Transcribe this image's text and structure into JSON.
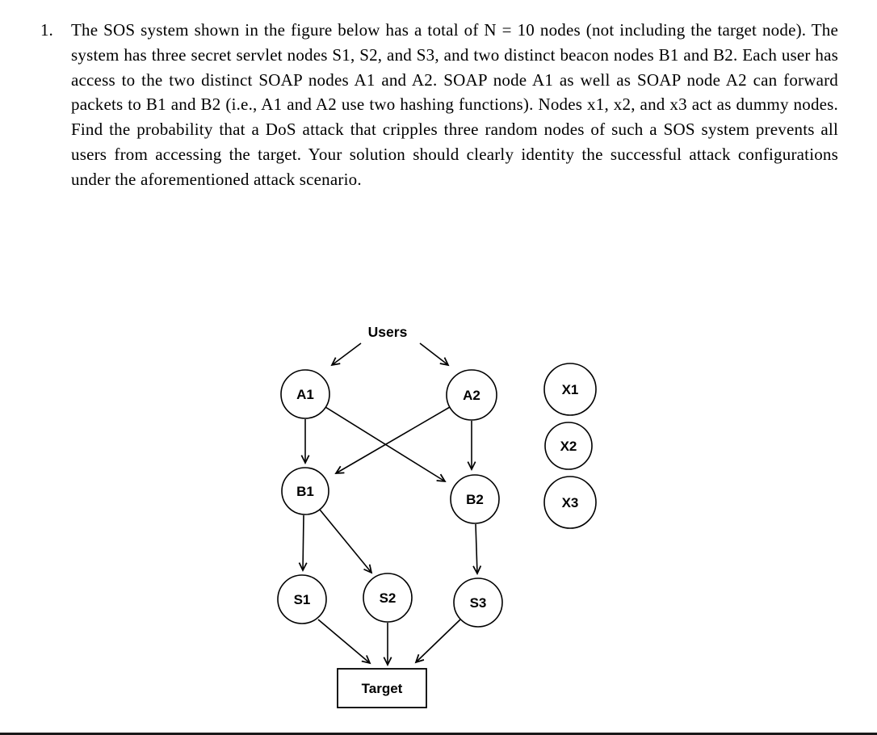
{
  "problem": {
    "number": "1.",
    "text": "The SOS system shown in the figure below has a total of N = 10 nodes (not including the target node). The system has three secret servlet nodes S1, S2, and S3, and two distinct beacon nodes B1 and B2. Each user has access to the two distinct SOAP nodes A1 and A2. SOAP node A1 as well as SOAP node A2 can forward packets to B1 and B2 (i.e., A1 and A2 use two hashing functions). Nodes x1, x2, and x3 act as dummy nodes. Find the probability that a DoS attack that cripples three random nodes of such a SOS system prevents all users from accessing the target. Your solution should clearly identity the successful attack configurations under the aforementioned attack scenario."
  },
  "diagram": {
    "users_label": "Users",
    "target_label": "Target",
    "nodes": {
      "a1": "A1",
      "a2": "A2",
      "b1": "B1",
      "b2": "B2",
      "s1": "S1",
      "s2": "S2",
      "s3": "S3",
      "x1": "X1",
      "x2": "X2",
      "x3": "X3"
    }
  }
}
